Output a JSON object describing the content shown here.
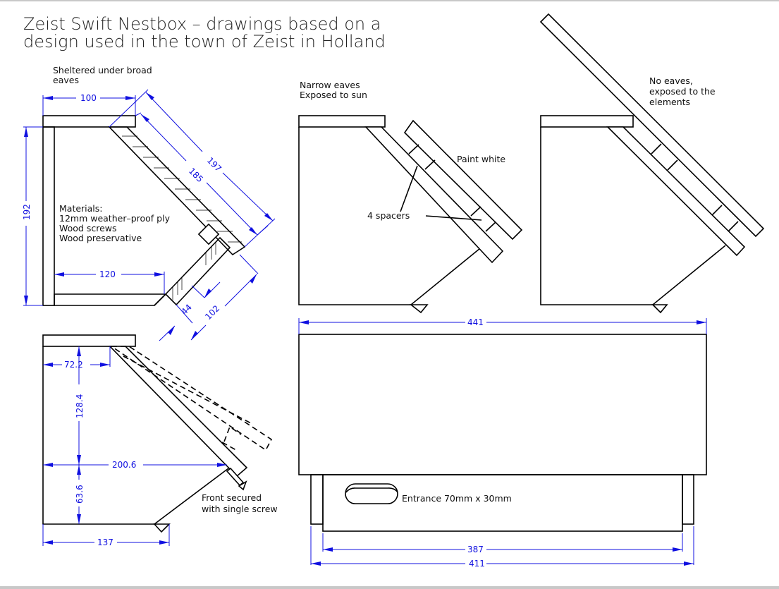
{
  "title": {
    "line1": "Zeist Swift Nestbox – drawings based on a",
    "line2": "design used in the town of Zeist in Holland"
  },
  "views": {
    "sheltered": {
      "caption_line1": "Sheltered under broad",
      "caption_line2": "eaves",
      "materials": [
        "Materials:",
        "12mm weather–proof ply",
        "Wood screws",
        "Wood preservative"
      ],
      "dimensions": {
        "roof_width": "100",
        "height": "192",
        "front_outer": "197",
        "front_inner": "185",
        "floor": "120",
        "lip": "44",
        "front_lower": "102"
      }
    },
    "narrow_eaves": {
      "caption_line1": "Narrow eaves",
      "caption_line2": "Exposed to sun",
      "paint_note": "Paint white",
      "spacers_note": "4 spacers"
    },
    "no_eaves": {
      "caption_line1": "No eaves,",
      "caption_line2": "exposed to the",
      "caption_line3": "elements"
    },
    "hinged": {
      "note_line1": "Front secured",
      "note_line2": "with single screw",
      "dimensions": {
        "top_offset": "72.2",
        "upper_height": "128.4",
        "depth": "200.6",
        "lower_height": "63.6",
        "floor": "137"
      }
    },
    "front": {
      "entrance_note": "Entrance 70mm x 30mm",
      "dimensions": {
        "overall": "441",
        "inner": "387",
        "outer": "411"
      }
    }
  },
  "colors": {
    "dimension": "#1010e0",
    "line": "#000000",
    "frame": "#c8c8c8"
  }
}
